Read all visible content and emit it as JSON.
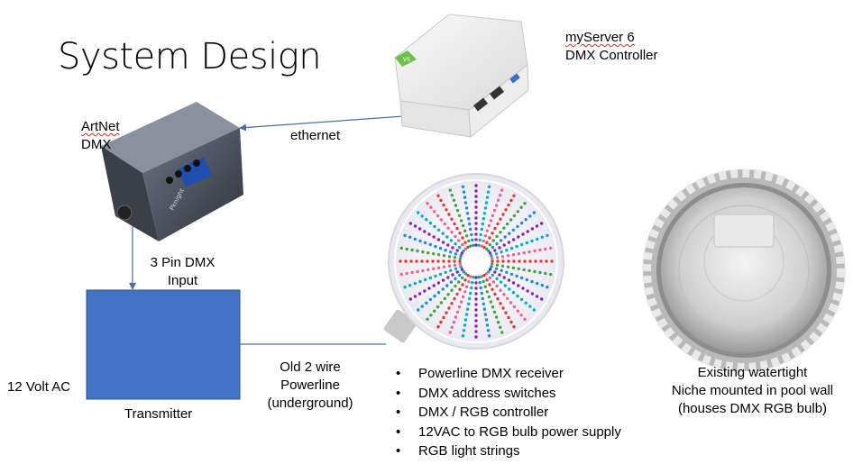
{
  "title": "System Design",
  "server": {
    "line1": "myServer 6",
    "line2": "DMX Controller"
  },
  "artnet": {
    "line1": "ArtNet",
    "line2": "DMX"
  },
  "links": {
    "ethernet": "ethernet",
    "pin_line1": "3 Pin DMX",
    "pin_line2": "Input",
    "wire_line1": "Old 2 wire",
    "wire_line2": "Powerline",
    "wire_line3": "(underground)"
  },
  "power_label": "12 Volt AC",
  "transmitter_label": "Transmitter",
  "bulb_features": [
    "Powerline DMX receiver",
    "DMX address switches",
    "DMX / RGB controller",
    "12VAC to RGB bulb power supply",
    "RGB light strings"
  ],
  "niche": {
    "line1": "Existing watertight",
    "line2": "Niche mounted in pool wall",
    "line3": "(houses DMX RGB bulb)"
  },
  "device_text": {
    "artnet_brand": "Pknight",
    "server_badge": "VS"
  },
  "colors": {
    "transmitter_fill": "#4472c4",
    "connector_line": "#5b82b8"
  }
}
